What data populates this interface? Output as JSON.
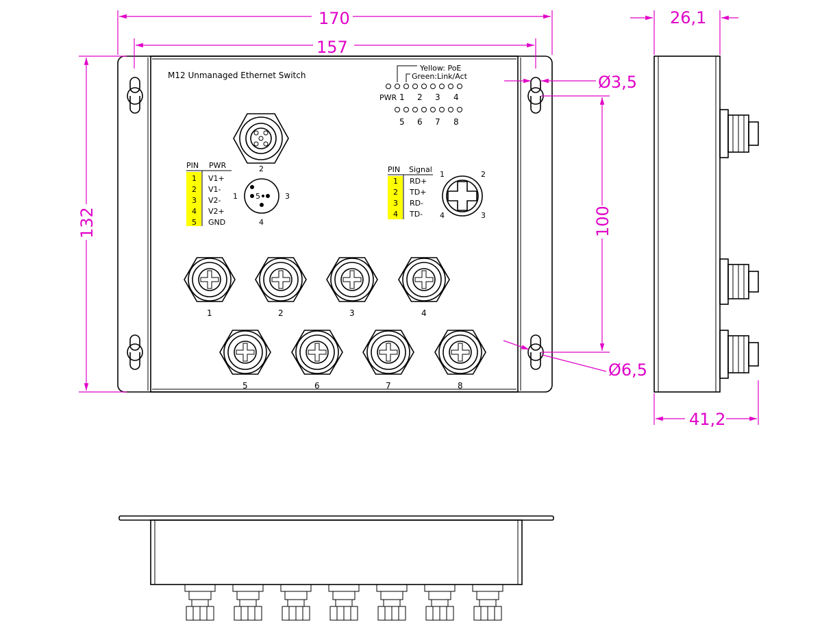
{
  "device": {
    "title": "M12 Unmanaged Ethernet Switch"
  },
  "dimensions": {
    "overall_width": "170",
    "panel_width": "157",
    "depth_top": "26,1",
    "height": "132",
    "hole_spacing": "100",
    "small_hole": "Ø3,5",
    "large_hole": "Ø6,5",
    "depth_bottom": "41,2"
  },
  "leds": {
    "legend_yellow": "Yellow:  PoE",
    "legend_green": "Green:Link/Act",
    "pwr_label": "PWR",
    "row1_numbers": [
      "1",
      "2",
      "3",
      "4"
    ],
    "row2_numbers": [
      "5",
      "6",
      "7",
      "8"
    ]
  },
  "power_connector": {
    "header_pin": "PIN",
    "header_name": "PWR",
    "rows": [
      {
        "pin": "1",
        "name": "V1+"
      },
      {
        "pin": "2",
        "name": "V1-"
      },
      {
        "pin": "3",
        "name": "V2-"
      },
      {
        "pin": "4",
        "name": "V2+"
      },
      {
        "pin": "5",
        "name": "GND"
      }
    ],
    "pin_labels": {
      "top": "2",
      "left": "1",
      "center": "5",
      "right": "3",
      "bottom": "4"
    }
  },
  "signal_connector": {
    "header_pin": "PIN",
    "header_name": "Signal",
    "rows": [
      {
        "pin": "1",
        "name": "RD+"
      },
      {
        "pin": "2",
        "name": "TD+"
      },
      {
        "pin": "3",
        "name": "RD-"
      },
      {
        "pin": "4",
        "name": "TD-"
      }
    ],
    "pin_labels": {
      "top_left": "1",
      "top_right": "2",
      "bottom_left": "4",
      "bottom_right": "3"
    }
  },
  "ports": {
    "row1": [
      "1",
      "2",
      "3",
      "4"
    ],
    "row2": [
      "5",
      "6",
      "7",
      "8"
    ]
  },
  "colors": {
    "dimension": "#e000c8",
    "highlight": "#ffff00",
    "ink": "#000000"
  }
}
